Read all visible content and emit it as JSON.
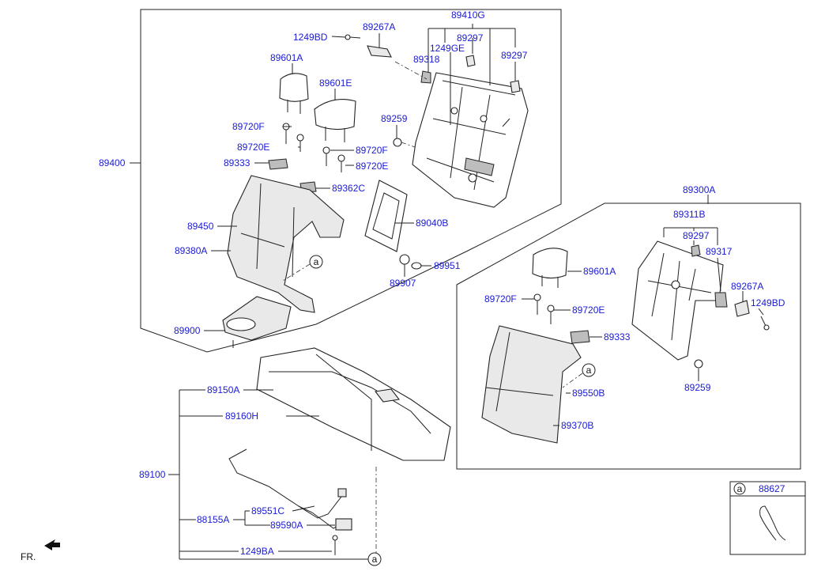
{
  "labels": {
    "l_89400": "89400",
    "l_1249BD_a": "1249BD",
    "l_89267A_a": "89267A",
    "l_89410G": "89410G",
    "l_89297_a": "89297",
    "l_89318": "89318",
    "l_1249GE": "1249GE",
    "l_89297_b": "89297",
    "l_89601A_a": "89601A",
    "l_89601E": "89601E",
    "l_89259_a": "89259",
    "l_89720F_a": "89720F",
    "l_89720E_a": "89720E",
    "l_89720F_b": "89720F",
    "l_89720E_b": "89720E",
    "l_89333_a": "89333",
    "l_89362C": "89362C",
    "l_89450": "89450",
    "l_89380A": "89380A",
    "l_89040B": "89040B",
    "l_89951": "89951",
    "l_89907": "89907",
    "l_89900": "89900",
    "l_89300A": "89300A",
    "l_89311B": "89311B",
    "l_89297_c": "89297",
    "l_89317": "89317",
    "l_89601A_b": "89601A",
    "l_89267A_b": "89267A",
    "l_1249BD_b": "1249BD",
    "l_89720F_c": "89720F",
    "l_89720E_c": "89720E",
    "l_89333_b": "89333",
    "l_89259_b": "89259",
    "l_89550B": "89550B",
    "l_89370B": "89370B",
    "l_89150A": "89150A",
    "l_89160H": "89160H",
    "l_89100": "89100",
    "l_89551C": "89551C",
    "l_88155A": "88155A",
    "l_89590A": "89590A",
    "l_1249BA": "1249BA",
    "l_88627": "88627",
    "fr": "FR."
  },
  "callouts": {
    "a1": "a",
    "a2": "a",
    "a3": "a",
    "a_legend": "a"
  },
  "colors": {
    "label": "#1a1ad4",
    "line": "#222222"
  }
}
